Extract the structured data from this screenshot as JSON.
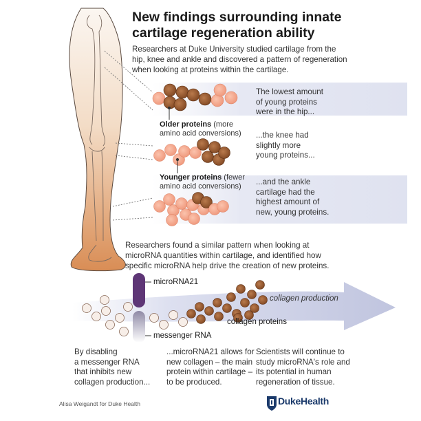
{
  "title": "New findings surrounding innate\ncartilage regeneration ability",
  "intro": "Researchers at Duke University studied cartilage from the\nhip, knee and ankle and discovered a pattern of regeneration\nwhen looking at proteins within the cartilage.",
  "panels": [
    {
      "text": "The lowest amount\nof young proteins\nwere in the hip..."
    },
    {
      "text": "...the knee had\nslightly more\nyoung proteins..."
    },
    {
      "text": "...and the ankle\ncartilage had the\nhighest amount of\nnew, young proteins."
    }
  ],
  "labels": {
    "older_title": "Older proteins",
    "older_rest": " (more\namino acid conversions)",
    "younger_title": "Younger proteins",
    "younger_rest": " (fewer\namino acid conversions)"
  },
  "middle_text": "Researchers found a similar pattern when looking at\nmicroRNA quantities within cartilage, and identified how\nspecific microRNA help drive the creation of new proteins.",
  "molecules": {
    "microrna": "microRNA21",
    "messenger": "messenger RNA",
    "collagen_proteins": "collagen proteins",
    "collagen_production": "collagen production"
  },
  "bottom": [
    {
      "text": "By disabling\na messenger RNA\nthat inhibits new\ncollagen production..."
    },
    {
      "text": "...microRNA21 allows for\nnew collagen – the main\nprotein within cartilage –\nto be produced."
    },
    {
      "text": "Scientists will continue to\nstudy microRNA's role and\nits potential in human\nregeneration of tissue."
    }
  ],
  "credit": "Alisa Weigandt for Duke Health",
  "logo": {
    "text": "DukeHealth",
    "icon": "duke-shield-icon"
  },
  "colors": {
    "old_protein": "#9a5a2e",
    "young_protein": "#f2a48a",
    "microrna": "#5e3676",
    "panel": "#e3e5f2",
    "leg_top": "#f6ece2",
    "leg_bottom": "#d98d55",
    "logo": "#1b3a6b"
  }
}
